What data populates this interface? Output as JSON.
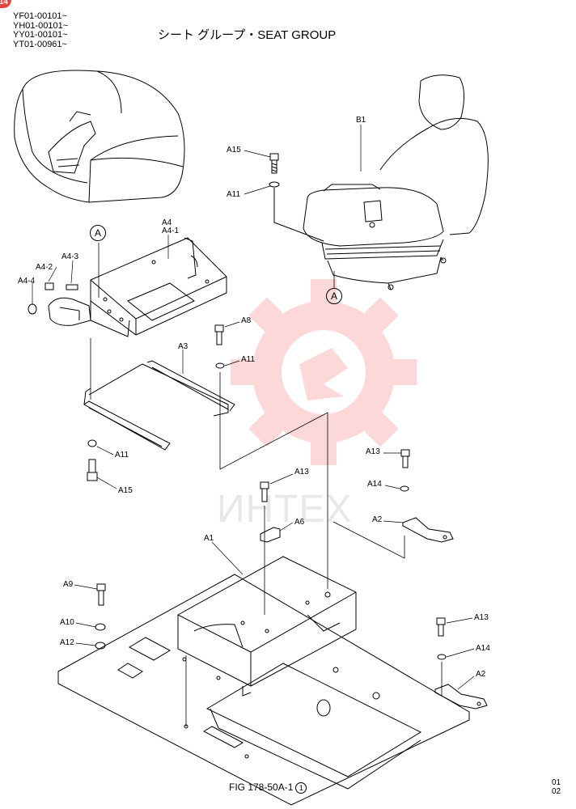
{
  "page_badge": "14",
  "serials": [
    "YF01-00101~",
    "YH01-00101~",
    "YY01-00101~",
    "YT01-00961~"
  ],
  "title": "シート グループ・SEAT GROUP",
  "figure_ref": "FIG 178-50A-1",
  "figure_sheet": "1",
  "page_code": [
    "01",
    "02"
  ],
  "watermark": "ИНТЕХ",
  "labels": {
    "b1": "B1",
    "a15_top": "A15",
    "a11_top": "A11",
    "a4": "A4",
    "a4_1": "A4-1",
    "a4_2": "A4-2",
    "a4_3": "A4-3",
    "a4_4": "A4-4",
    "a8": "A8",
    "a11_mid": "A11",
    "a3": "A3",
    "a11_low": "A11",
    "a15_low": "A15",
    "a13_right": "A13",
    "a14_right": "A14",
    "a2_right": "A2",
    "a13_mid": "A13",
    "a6": "A6",
    "a1": "A1",
    "a9": "A9",
    "a10": "A10",
    "a12": "A12",
    "a13_lowright": "A13",
    "a14_lowright": "A14",
    "a2_lowright": "A2"
  },
  "callout_a": "A"
}
